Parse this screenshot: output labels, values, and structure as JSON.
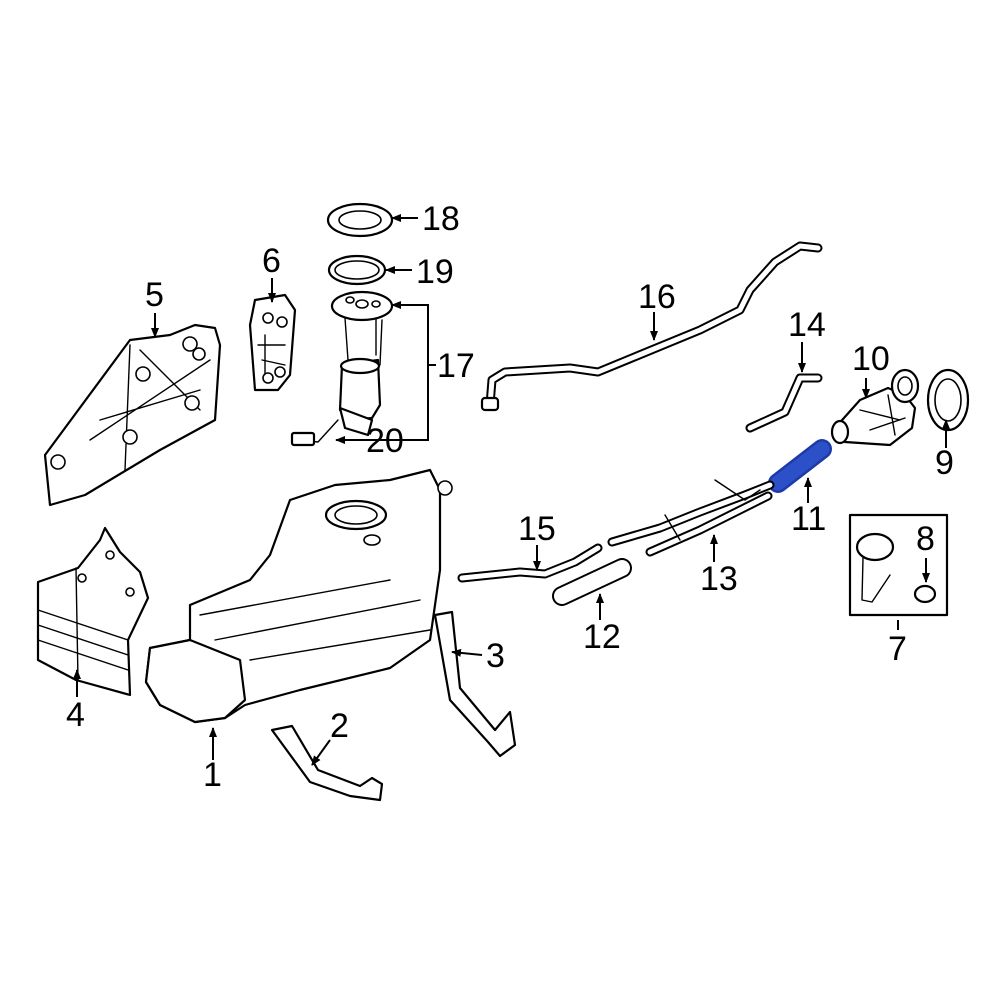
{
  "highlight_color": "#2b50c8",
  "callouts": [
    {
      "id": "1",
      "label": "1"
    },
    {
      "id": "2",
      "label": "2"
    },
    {
      "id": "3",
      "label": "3"
    },
    {
      "id": "4",
      "label": "4"
    },
    {
      "id": "5",
      "label": "5"
    },
    {
      "id": "6",
      "label": "6"
    },
    {
      "id": "7",
      "label": "7"
    },
    {
      "id": "8",
      "label": "8"
    },
    {
      "id": "9",
      "label": "9"
    },
    {
      "id": "10",
      "label": "10"
    },
    {
      "id": "11",
      "label": "11"
    },
    {
      "id": "12",
      "label": "12"
    },
    {
      "id": "13",
      "label": "13"
    },
    {
      "id": "14",
      "label": "14"
    },
    {
      "id": "15",
      "label": "15"
    },
    {
      "id": "16",
      "label": "16"
    },
    {
      "id": "17",
      "label": "17"
    },
    {
      "id": "18",
      "label": "18"
    },
    {
      "id": "19",
      "label": "19"
    },
    {
      "id": "20",
      "label": "20"
    }
  ],
  "highlighted_part": "11"
}
